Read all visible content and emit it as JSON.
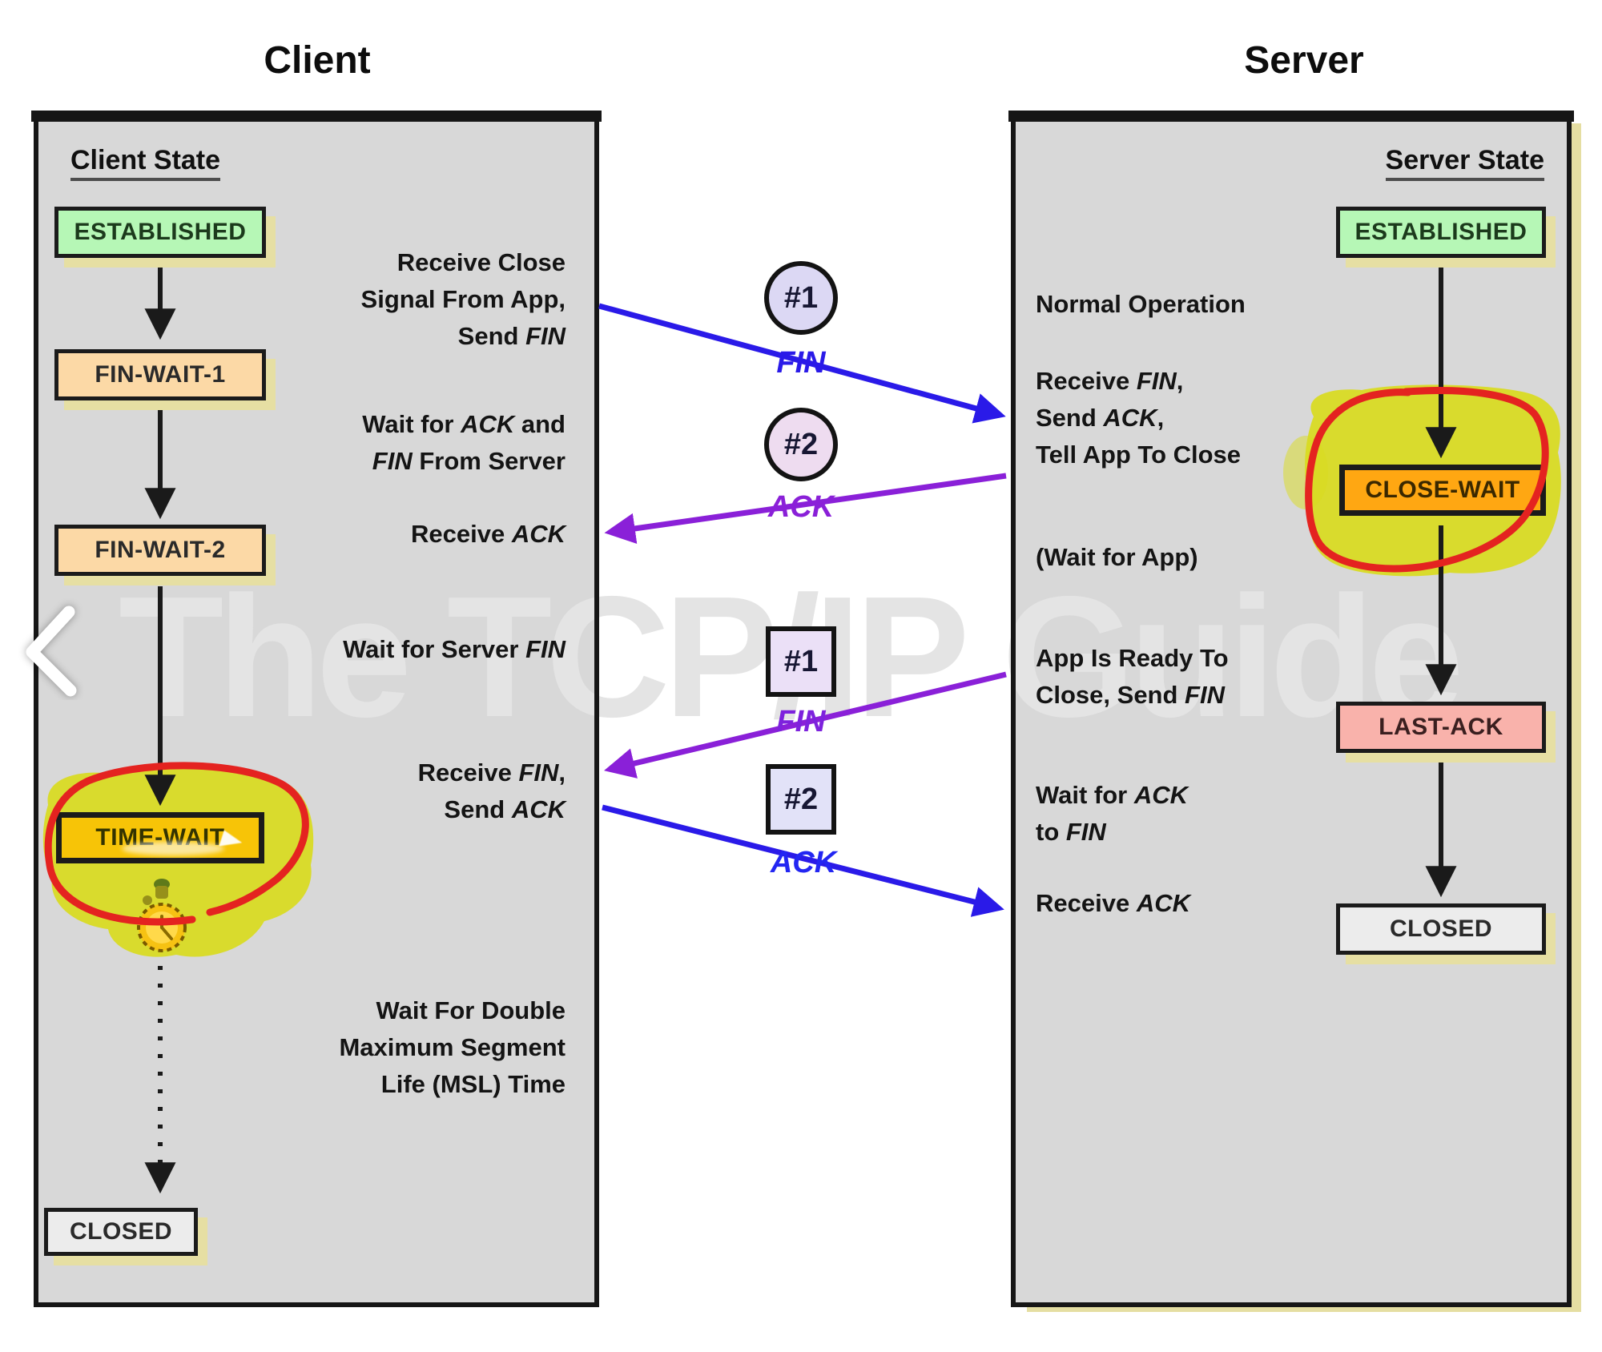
{
  "titles": {
    "client": "Client",
    "server": "Server"
  },
  "watermark_text": "The TCP/IP Guide",
  "colors": {
    "panel_bg": "#d8d8d8",
    "panel_border": "#161616",
    "shadow_tan": "#e6dfa3",
    "state_green": "#b6f7b6",
    "state_peach": "#fcd9a6",
    "state_gold": "#f7c407",
    "state_orange": "#ffa712",
    "state_pink": "#f9b2ab",
    "state_gray": "#ececec",
    "highlight_yellow": "#d9db1e",
    "annotation_red": "#e42320",
    "fin_blue": "#2a1ae8",
    "ack_purple": "#8a20d8",
    "watermark_gray": "#e4e4e4"
  },
  "icons": {
    "chevron_left": "chevron-left-icon",
    "stopwatch": "stopwatch-timer-icon"
  },
  "client_panel": {
    "header": "Client State",
    "states": [
      {
        "id": "established",
        "label": "ESTABLISHED",
        "fill": "#b6f7b6",
        "text": "#1c3a1c"
      },
      {
        "id": "fin-wait-1",
        "label": "FIN-WAIT-1",
        "fill": "#fcd9a6",
        "text": "#2a2a2a"
      },
      {
        "id": "fin-wait-2",
        "label": "FIN-WAIT-2",
        "fill": "#fcd9a6",
        "text": "#2a2a2a"
      },
      {
        "id": "time-wait",
        "label": "TIME-WAIT",
        "fill": "#f7c407",
        "text": "#333300"
      },
      {
        "id": "closed",
        "label": "CLOSED",
        "fill": "#ececec",
        "text": "#2a2a2a"
      }
    ],
    "annotations": {
      "receive_close": [
        [
          {
            "t": "Receive Close"
          }
        ],
        [
          {
            "t": "Signal From App,"
          }
        ],
        [
          {
            "t": "Send "
          },
          {
            "t": "FIN",
            "i": true
          }
        ]
      ],
      "wait_ack_fin": [
        [
          {
            "t": "Wait for "
          },
          {
            "t": "ACK",
            "i": true
          },
          {
            "t": " and"
          }
        ],
        [
          {
            "t": "FIN",
            "i": true
          },
          {
            "t": " From Server"
          }
        ]
      ],
      "receive_ack": [
        [
          {
            "t": "Receive "
          },
          {
            "t": "ACK",
            "i": true
          }
        ]
      ],
      "wait_server_fin": [
        [
          {
            "t": "Wait for Server "
          },
          {
            "t": "FIN",
            "i": true
          }
        ]
      ],
      "receive_fin": [
        [
          {
            "t": "Receive "
          },
          {
            "t": "FIN",
            "i": true
          },
          {
            "t": ","
          }
        ],
        [
          {
            "t": "Send "
          },
          {
            "t": "ACK",
            "i": true
          }
        ]
      ],
      "msl_wait": [
        [
          {
            "t": "Wait For Double"
          }
        ],
        [
          {
            "t": "Maximum Segment"
          }
        ],
        [
          {
            "t": "Life (MSL) Time"
          }
        ]
      ]
    }
  },
  "server_panel": {
    "header": "Server State",
    "states": [
      {
        "id": "established",
        "label": "ESTABLISHED",
        "fill": "#b6f7b6",
        "text": "#1c3a1c"
      },
      {
        "id": "close-wait",
        "label": "CLOSE-WAIT",
        "fill": "#ffa712",
        "text": "#3a2800"
      },
      {
        "id": "last-ack",
        "label": "LAST-ACK",
        "fill": "#f9b2ab",
        "text": "#3a1f1f"
      },
      {
        "id": "closed",
        "label": "CLOSED",
        "fill": "#ececec",
        "text": "#2a2a2a"
      }
    ],
    "annotations": {
      "normal_operation": [
        [
          {
            "t": "Normal Operation"
          }
        ]
      ],
      "receive_fin": [
        [
          {
            "t": "Receive "
          },
          {
            "t": "FIN",
            "i": true
          },
          {
            "t": ","
          }
        ],
        [
          {
            "t": "Send "
          },
          {
            "t": "ACK",
            "i": true
          },
          {
            "t": ","
          }
        ],
        [
          {
            "t": "Tell App To Close"
          }
        ]
      ],
      "wait_for_app": [
        [
          {
            "t": "(Wait for App)"
          }
        ]
      ],
      "app_ready": [
        [
          {
            "t": "App Is Ready To"
          }
        ],
        [
          {
            "t": "Close, Send "
          },
          {
            "t": "FIN",
            "i": true
          }
        ]
      ],
      "wait_ack_to_fin": [
        [
          {
            "t": "Wait for "
          },
          {
            "t": "ACK",
            "i": true
          }
        ],
        [
          {
            "t": "to "
          },
          {
            "t": "FIN",
            "i": true
          }
        ]
      ],
      "receive_ack": [
        [
          {
            "t": "Receive "
          },
          {
            "t": "ACK",
            "i": true
          }
        ]
      ]
    }
  },
  "messages": {
    "seq1": {
      "num": "#1",
      "label": "FIN",
      "fill": "#dcd8f4",
      "label_color": "#2a1ae8"
    },
    "seq2": {
      "num": "#2",
      "label": "ACK",
      "fill": "#eedcf0",
      "label_color": "#8a20d8"
    },
    "seq3": {
      "num": "#1",
      "label": "FIN",
      "fill": "#ebe0f7",
      "label_color": "#7d22dd"
    },
    "seq4": {
      "num": "#2",
      "label": "ACK",
      "fill": "#e2e2f8",
      "label_color": "#2326f2"
    }
  }
}
